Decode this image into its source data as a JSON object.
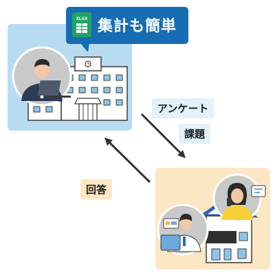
{
  "callout": {
    "file_type": "XLSX",
    "title": "集計も簡単"
  },
  "labels": {
    "survey": "アンケート",
    "task": "課題",
    "answer": "回答"
  },
  "colors": {
    "callout_bg": "#176db3",
    "school_panel_bg": "#b7dcf2",
    "home_panel_bg": "#fbe7c3",
    "tag_blue_bg": "#e2f1fb",
    "tag_orange_bg": "#fbe7c3",
    "spreadsheet_green": "#21a366"
  },
  "icons": [
    "spreadsheet-icon",
    "arrow-down-right-icon",
    "arrow-up-left-icon"
  ]
}
